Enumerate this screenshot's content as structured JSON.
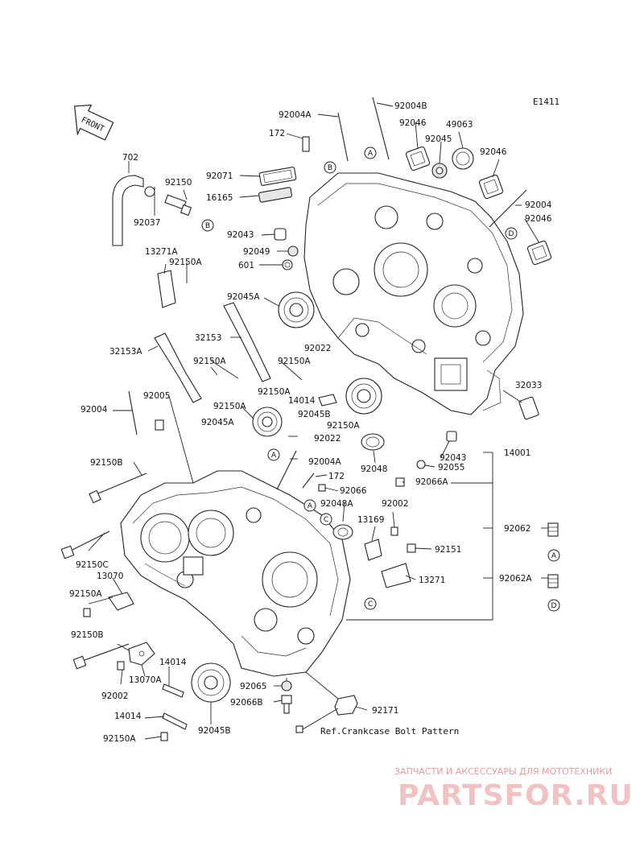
{
  "diagram_code": "E1411",
  "front_label": "FRONT",
  "footer_note": "Ref.Crankcase Bolt Pattern",
  "watermark": {
    "tagline": "ЗАПЧАСТИ И АКСЕССУАРЫ ДЛЯ МОТОТЕХНИКИ",
    "brand": "PARTSFOR.RU"
  },
  "ref_markers": [
    "A",
    "B",
    "C",
    "D"
  ],
  "part_labels": {
    "p702": "702",
    "p92150_top": "92150",
    "p92037": "92037",
    "p13271A": "13271A",
    "p92150A_1": "92150A",
    "p32153A": "32153A",
    "p92150A_2": "92150A",
    "p92005": "92005",
    "p92004_left": "92004",
    "p92150B_1": "92150B",
    "p92150C": "92150C",
    "p13070": "13070",
    "p92150A_3": "92150A",
    "p92150B_2": "92150B",
    "p92002_bl": "92002",
    "p13070A": "13070A",
    "p14014_1": "14014",
    "p14014_2": "14014",
    "p92150A_4": "92150A",
    "p92045B_bottom": "92045B",
    "p92004A_top": "92004A",
    "p92004B": "92004B",
    "p172_top": "172",
    "p92071": "92071",
    "p16165": "16165",
    "p92043_top": "92043",
    "p92049": "92049",
    "p601": "601",
    "p92045A_1": "92045A",
    "p32153": "32153",
    "p92150A_5": "92150A",
    "p92150A_6": "92150A",
    "p92022_1": "92022",
    "p92150A_7": "92150A",
    "p14014_3": "14014",
    "p92045B_mid": "92045B",
    "p92150A_8": "92150A",
    "p92045A_2": "92045A",
    "p92022_2": "92022",
    "p92004A_mid": "92004A",
    "p172_mid": "172",
    "p92066": "92066",
    "p92048A": "92048A",
    "p92002_mid": "92002",
    "p13169": "13169",
    "p92151": "92151",
    "p13271": "13271",
    "p92046_1": "92046",
    "p49063": "49063",
    "p92045": "92045",
    "p92046_2": "92046",
    "p92004_right": "92004",
    "p92046_3": "92046",
    "p32033": "32033",
    "p92048": "92048",
    "p92043_mid": "92043",
    "p92055": "92055",
    "p92066A": "92066A",
    "p14001": "14001",
    "p92062": "92062",
    "p92062A": "92062A",
    "p92065": "92065",
    "p92066B": "92066B",
    "p92171": "92171"
  }
}
